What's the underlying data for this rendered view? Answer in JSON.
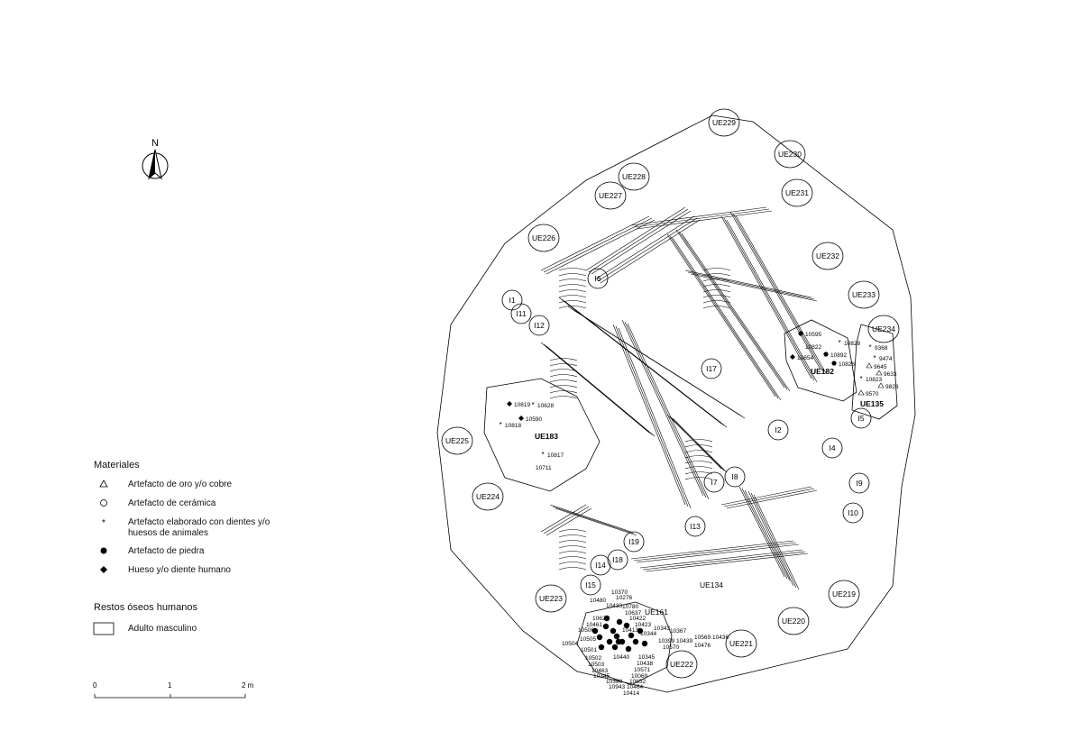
{
  "north": "N",
  "legend": {
    "materials_title": "Materiales",
    "materials": [
      {
        "symbol": "triangle",
        "label": "Artefacto de oro y/o cobre"
      },
      {
        "symbol": "circle",
        "label": "Artefacto de cerámica"
      },
      {
        "symbol": "asterisk",
        "label": "Artefacto elaborado con dientes y/o huesos de animales"
      },
      {
        "symbol": "dot",
        "label": "Artefacto de piedra"
      },
      {
        "symbol": "diamond",
        "label": "Hueso y/o diente humano"
      }
    ],
    "remains_title": "Restos óseos humanos",
    "remains": [
      {
        "symbol": "box",
        "label": "Adulto masculino"
      }
    ]
  },
  "scale": {
    "ticks": [
      "0",
      "1",
      "2 m"
    ]
  },
  "units": [
    "UE229",
    "UE230",
    "UE231",
    "UE228",
    "UE227",
    "UE226",
    "UE232",
    "UE233",
    "UE234",
    "UE225",
    "UE224",
    "UE223",
    "UE219",
    "UE220",
    "UE221",
    "UE222",
    "UE134",
    "UE161",
    "UE182",
    "UE183",
    "UE135"
  ],
  "individuals": [
    "I1",
    "I11",
    "I12",
    "I6",
    "I17",
    "I2",
    "I4",
    "I5",
    "I7",
    "I8",
    "I9",
    "I10",
    "I13",
    "I19",
    "I18",
    "I14",
    "I15"
  ],
  "finds_ue182": [
    "10595",
    "10822",
    "10828",
    "10654",
    "10892",
    "10826",
    "9368",
    "9474",
    "9645",
    "9633",
    "10823",
    "9828",
    "9570"
  ],
  "finds_ue183": [
    "10819",
    "10628",
    "10818",
    "10590",
    "10817",
    "10711"
  ],
  "finds_ue161": [
    "10370",
    "10276",
    "10480",
    "10433",
    "10780",
    "10637",
    "10626",
    "10422",
    "10461",
    "10423",
    "10506",
    "10413",
    "10343",
    "10367",
    "10344",
    "10505",
    "10399",
    "10439",
    "10569",
    "10436",
    "10504",
    "10476",
    "10570",
    "10501",
    "10440",
    "10345",
    "10502",
    "10438",
    "10503",
    "10571",
    "10463",
    "10069",
    "10345",
    "10390",
    "10652",
    "10943",
    "10464",
    "10414"
  ]
}
